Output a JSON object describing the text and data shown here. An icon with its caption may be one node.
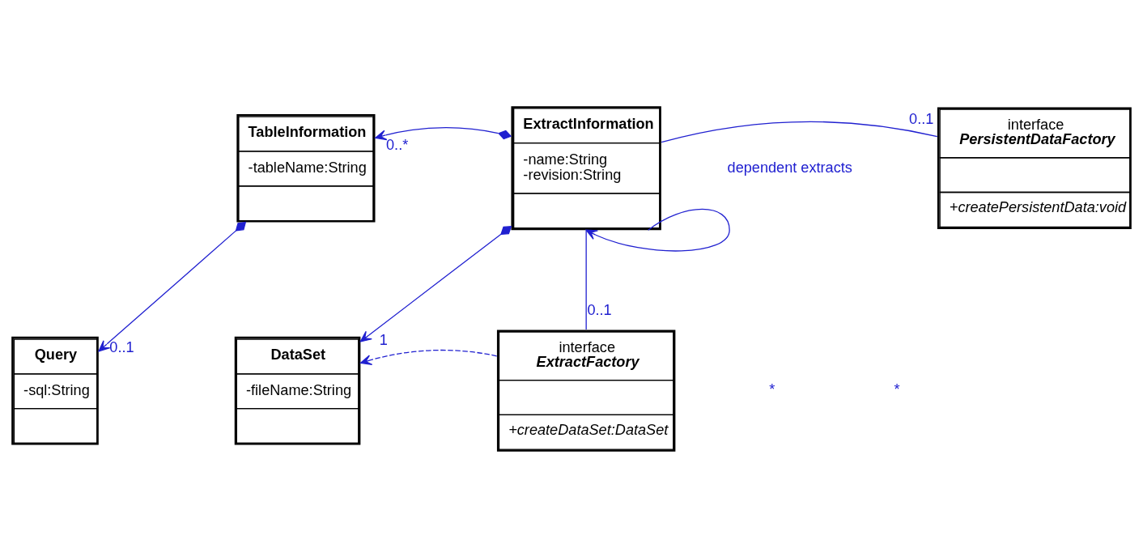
{
  "diagram": {
    "nodes": [
      {
        "text": [
          "TableInformation",
          "-tableName:String"
        ]
      },
      {
        "text": [
          "ExtractInformation",
          "-name:String",
          "-revision:String"
        ]
      },
      {
        "text": [
          "interface",
          "PersistentDataFactory",
          "+createPersistentData:void"
        ]
      },
      {
        "text": [
          "Query",
          "-sql:String"
        ]
      },
      {
        "text": [
          "DataSet",
          "-fileName:String"
        ]
      },
      {
        "text": [
          "interface",
          "ExtractFactory",
          "+createDataSet:DataSet"
        ]
      }
    ],
    "edges": [
      {
        "from": 1,
        "to": 0,
        "arrow": "to",
        "label": "0..*"
      },
      {
        "from": 0,
        "to": 3,
        "arrow": "to",
        "label": "0..1"
      },
      {
        "from": 1,
        "to": 4,
        "arrow": "to",
        "label": "1"
      },
      {
        "from": 1,
        "to": 1,
        "arrow": "to",
        "label": "dependent extracts"
      },
      {
        "from": 1,
        "to": 2,
        "arrow": "none",
        "label": "0..1"
      },
      {
        "from": 1,
        "to": 5,
        "arrow": "none",
        "label": "0..1"
      },
      {
        "from": 5,
        "to": 4,
        "arrow": "to",
        "style": "dashed"
      }
    ],
    "labels": [
      "*",
      "*"
    ]
  }
}
